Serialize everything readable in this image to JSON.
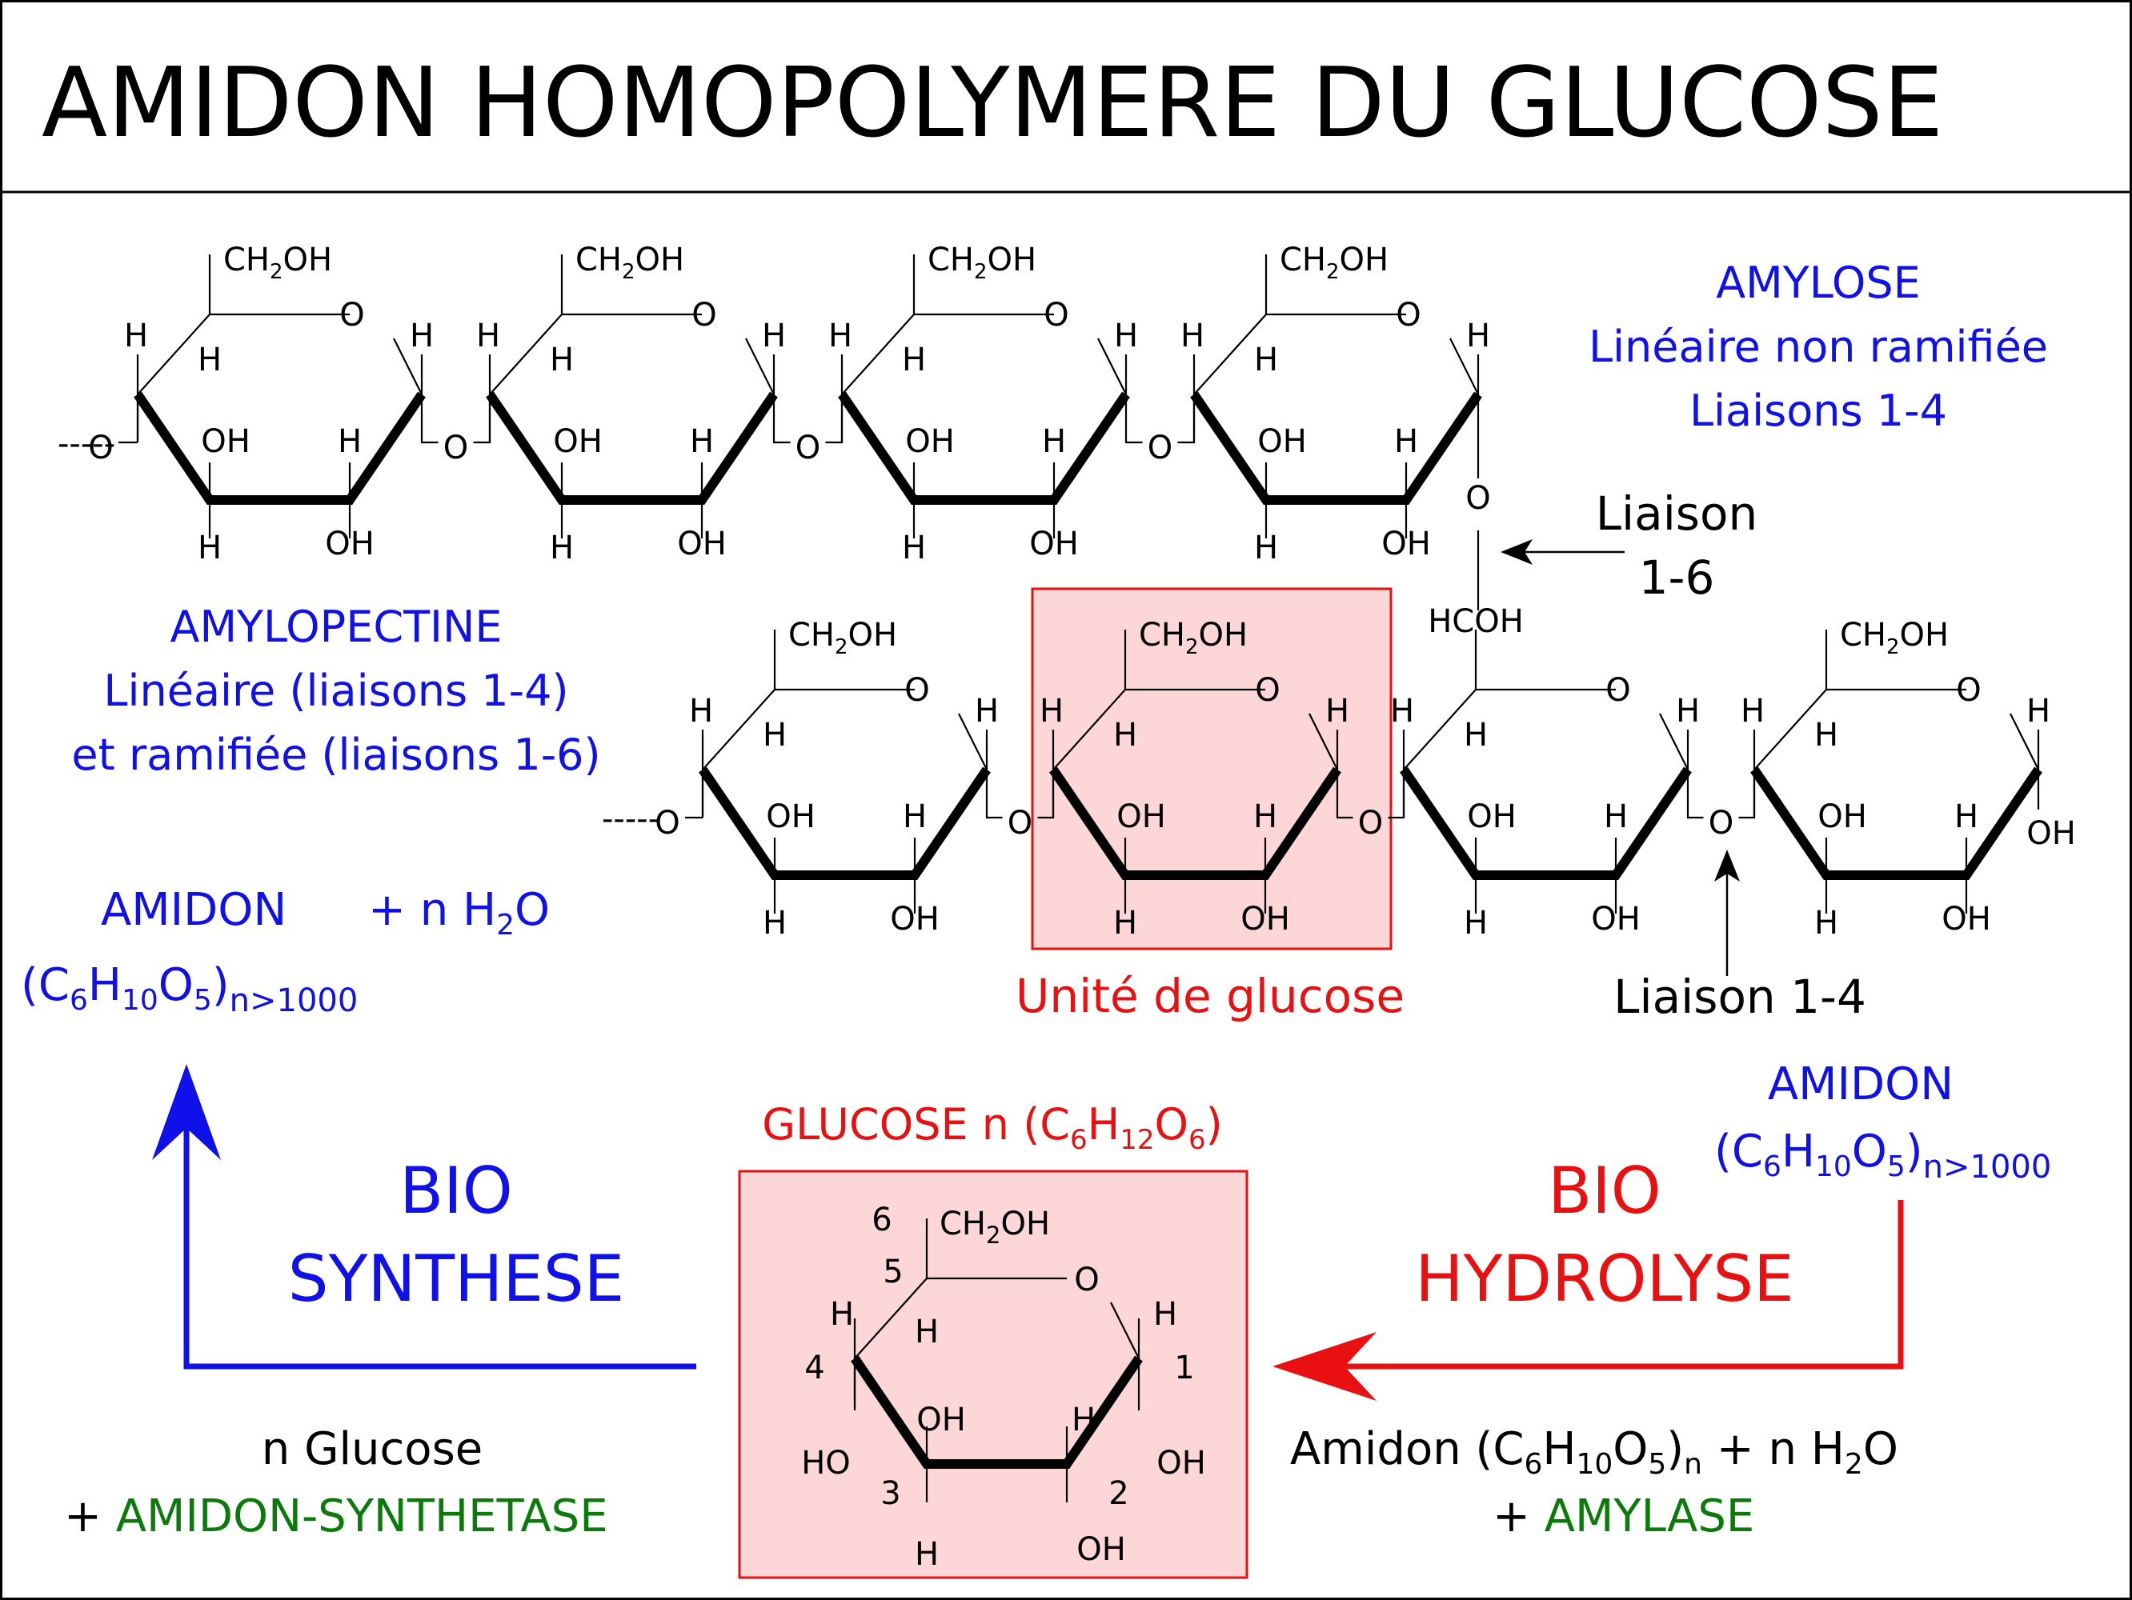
{
  "title": "AMIDON HOMOPOLYMERE DU GLUCOSE",
  "colors": {
    "blue": "#1010e8",
    "red": "#e81010",
    "green": "#0a7a0a",
    "box_fill": "#fdd7d7",
    "box_stroke": "#e81010",
    "black": "#000000"
  },
  "atoms": {
    "ring_o": "O",
    "h": "H",
    "oh": "OH",
    "ho": "HO",
    "ch2oh_prefix": "CH",
    "ch2oh_sub": "2",
    "ch2oh_suffix": "OH",
    "hcoh": "HCOH",
    "chain_dots": "-----"
  },
  "amylose": {
    "name": "AMYLOSE",
    "line2": "Linéaire non ramifiée",
    "line3": "Liaisons 1-4"
  },
  "amylopectine": {
    "name": "AMYLOPECTINE",
    "line2": "Linéaire (liaisons 1-4)",
    "line3": "et ramifiée (liaisons 1-6)"
  },
  "labels": {
    "liaison16_a": "Liaison",
    "liaison16_b": "1-6",
    "liaison14": "Liaison 1-4",
    "unite": "Unité de glucose"
  },
  "amidon_left": {
    "name": "AMIDON",
    "water": "+ n H",
    "water_sub": "2",
    "water_o": "O",
    "formula": "(C",
    "c_sub": "6",
    "h": "H",
    "h_sub": "10",
    "o": "O",
    "o_sub": "5",
    "close": ")",
    "n_sub": "n>1000"
  },
  "amidon_right": {
    "name": "AMIDON",
    "formula": "(C",
    "c_sub": "6",
    "h": "H",
    "h_sub": "10",
    "o": "O",
    "o_sub": "5",
    "close": ")",
    "n_sub": "n>1000"
  },
  "glucose": {
    "label": "GLUCOSE n (C",
    "c_sub": "6",
    "h": "H",
    "h_sub": "12",
    "o": "O",
    "o_sub": "6",
    "close": ")",
    "num1": "1",
    "num2": "2",
    "num3": "3",
    "num4": "4",
    "num5": "5",
    "num6": "6"
  },
  "biosynthese": {
    "line1": "BIO",
    "line2": "SYNTHESE",
    "reagent1": "n Glucose",
    "plus": "+ ",
    "enzyme": "AMIDON-SYNTHETASE"
  },
  "biohydrolyse": {
    "line1": "BIO",
    "line2": "HYDROLYSE",
    "eq_a": "Amidon (C",
    "eq_c_sub": "6",
    "eq_h": "H",
    "eq_h_sub": "10",
    "eq_o": "O",
    "eq_o_sub": "5",
    "eq_close": ")",
    "eq_n": "n",
    "eq_b": " + n H",
    "eq_b_sub": "2",
    "eq_b_o": "O",
    "plus": "+ ",
    "enzyme": "AMYLASE"
  }
}
